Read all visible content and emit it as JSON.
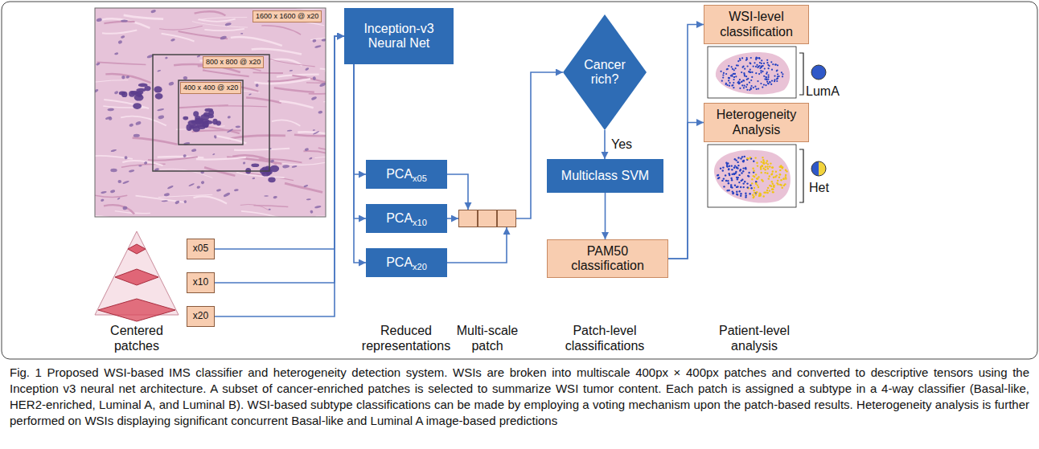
{
  "diagram": {
    "caption": "Fig. 1 Proposed WSI-based IMS classifier and heterogeneity detection system. WSIs are broken into multiscale 400px × 400px patches and converted to descriptive tensors using the Inception v3 neural net architecture. A subset of cancer-enriched patches is selected to summarize WSI tumor content. Each patch is assigned a subtype in a 4-way classifier (Basal-like, HER2-enriched, Luminal A, and Luminal B). WSI-based subtype classifications can be made by employing a voting mechanism upon the patch-based results. Heterogeneity analysis is further performed on WSIs displaying significant concurrent Basal-like and Luminal A image-based predictions",
    "nodes": [
      {
        "text": [
          "x05"
        ]
      },
      {
        "text": [
          "x10"
        ]
      },
      {
        "text": [
          "x20"
        ]
      },
      {
        "text": [
          "Inception-v3 Neural Net"
        ]
      },
      {
        "text": [
          "PCA",
          "x05"
        ]
      },
      {
        "text": [
          "PCA",
          "x10"
        ]
      },
      {
        "text": [
          "PCA",
          "x20"
        ]
      },
      {
        "text": [
          "Multi-scale patch"
        ]
      },
      {
        "text": [
          "Cancer rich?"
        ]
      },
      {
        "text": [
          "Multiclass SVM"
        ]
      },
      {
        "text": [
          "PAM50 classification"
        ]
      },
      {
        "text": [
          "WSI-level classification"
        ]
      },
      {
        "text": [
          "Heterogeneity Analysis"
        ]
      }
    ],
    "edges": [
      {
        "from": 0,
        "to": 3,
        "arrow": "to"
      },
      {
        "from": 1,
        "to": 3,
        "arrow": "to"
      },
      {
        "from": 2,
        "to": 3,
        "arrow": "to"
      },
      {
        "from": 3,
        "to": 4,
        "arrow": "to"
      },
      {
        "from": 3,
        "to": 5,
        "arrow": "to"
      },
      {
        "from": 3,
        "to": 6,
        "arrow": "to"
      },
      {
        "from": 4,
        "to": 7,
        "arrow": "to"
      },
      {
        "from": 5,
        "to": 7,
        "arrow": "to"
      },
      {
        "from": 6,
        "to": 7,
        "arrow": "to"
      },
      {
        "from": 7,
        "to": 8,
        "arrow": "to"
      },
      {
        "from": 8,
        "to": 9,
        "label": "Yes",
        "arrow": "to"
      },
      {
        "from": 9,
        "to": 10,
        "arrow": "to"
      },
      {
        "from": 10,
        "to": 11,
        "arrow": "to"
      },
      {
        "from": 10,
        "to": 12,
        "arrow": "to"
      }
    ],
    "labels": [
      "1600 x 1600 @ x20",
      "800 x 800 @ x20",
      "400 x 400 @ x20",
      "Centered patches",
      "Reduced representations",
      "Patch-level classifications",
      "Patient-level analysis",
      "LumA",
      "Het"
    ]
  }
}
